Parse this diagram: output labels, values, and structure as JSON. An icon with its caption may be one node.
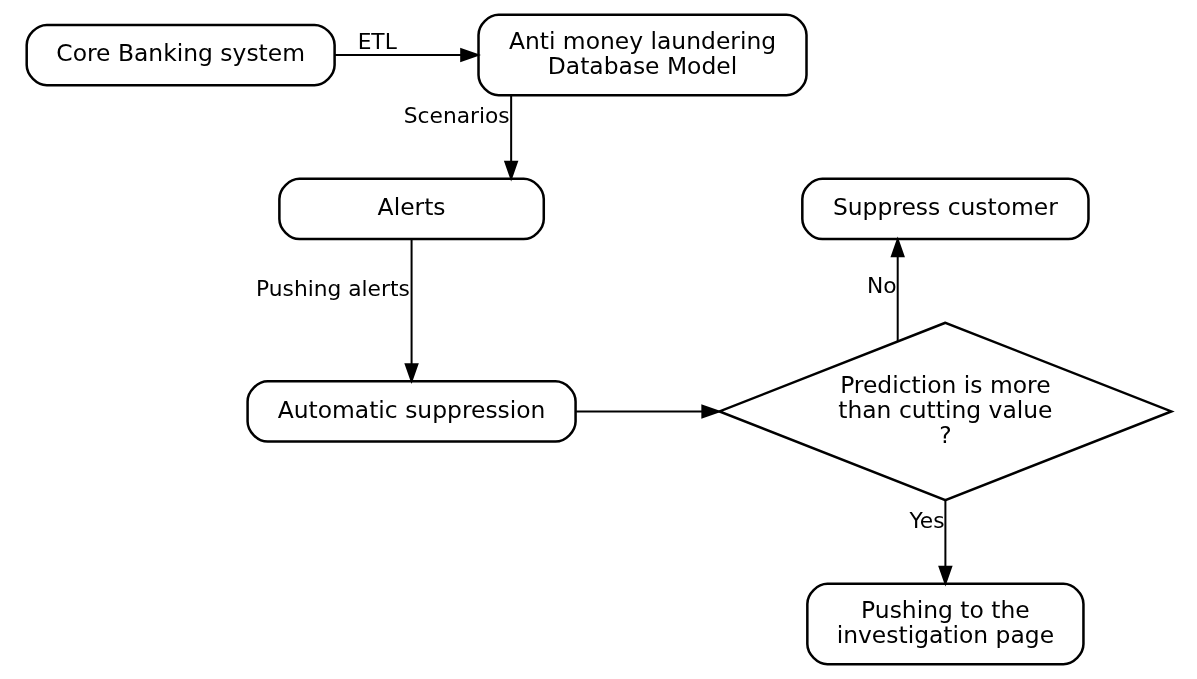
{
  "diagram": {
    "nodes": [
      {
        "text": [
          "Core Banking system"
        ]
      },
      {
        "text": [
          "Anti money laundering Database Model"
        ]
      },
      {
        "text": [
          "Alerts"
        ]
      },
      {
        "text": [
          "Automatic suppression"
        ]
      },
      {
        "text": [
          "Prediction is more than cutting value ?"
        ]
      },
      {
        "text": [
          "Suppress customer"
        ]
      },
      {
        "text": [
          "Pushing to the investigation page"
        ]
      }
    ],
    "edges": [
      {
        "from": 0,
        "to": 1,
        "arrow": "to",
        "label": "ETL"
      },
      {
        "from": 1,
        "to": 2,
        "arrow": "to",
        "label": "Scenarios"
      },
      {
        "from": 2,
        "to": 3,
        "arrow": "to",
        "label": "Pushing alerts"
      },
      {
        "from": 3,
        "to": 4,
        "arrow": "to"
      },
      {
        "from": 4,
        "to": 5,
        "arrow": "to",
        "label": "No"
      },
      {
        "from": 4,
        "to": 6,
        "arrow": "to",
        "label": "Yes"
      }
    ]
  }
}
